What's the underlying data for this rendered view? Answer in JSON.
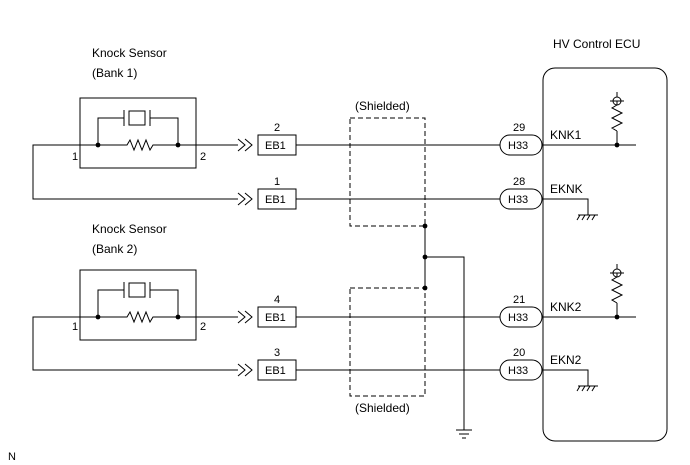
{
  "ecu": {
    "title": "HV Control ECU"
  },
  "sensor1": {
    "name": "Knock Sensor",
    "bank": "(Bank 1)",
    "pin_left": "1",
    "pin_right": "2"
  },
  "sensor2": {
    "name": "Knock Sensor",
    "bank": "(Bank 2)",
    "pin_left": "1",
    "pin_right": "2"
  },
  "shield": {
    "label_top": "(Shielded)",
    "label_bottom": "(Shielded)"
  },
  "circuits": [
    {
      "eb_pin": "2",
      "eb": "EB1",
      "h_pin": "29",
      "h": "H33",
      "signal": "KNK1"
    },
    {
      "eb_pin": "1",
      "eb": "EB1",
      "h_pin": "28",
      "h": "H33",
      "signal": "EKNK"
    },
    {
      "eb_pin": "4",
      "eb": "EB1",
      "h_pin": "21",
      "h": "H33",
      "signal": "KNK2"
    },
    {
      "eb_pin": "3",
      "eb": "EB1",
      "h_pin": "20",
      "h": "H33",
      "signal": "EKN2"
    }
  ],
  "corner_code": "N"
}
